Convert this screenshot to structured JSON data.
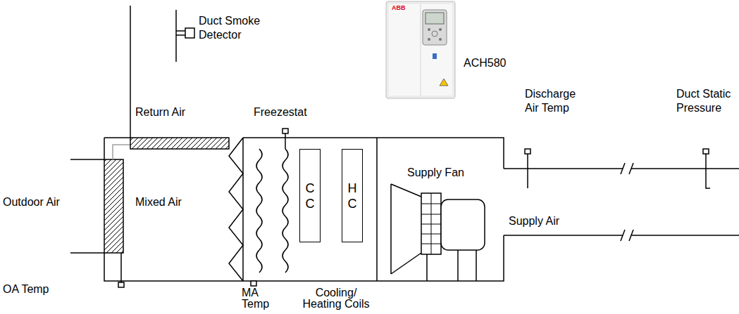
{
  "diagram": {
    "nodes": [
      {
        "text": [
          "C C"
        ]
      },
      {
        "text": [
          "H C"
        ]
      }
    ],
    "labels": [
      "ABB",
      "ACH580",
      "Duct Smoke Detector",
      "Return Air",
      "Freezestat",
      "Discharge Air Temp",
      "Duct Static Pressure",
      "Outdoor Air",
      "Mixed Air",
      "Supply Fan",
      "Supply Air",
      "OA Temp",
      "MA Temp",
      "Cooling/ Heating Coils"
    ]
  }
}
